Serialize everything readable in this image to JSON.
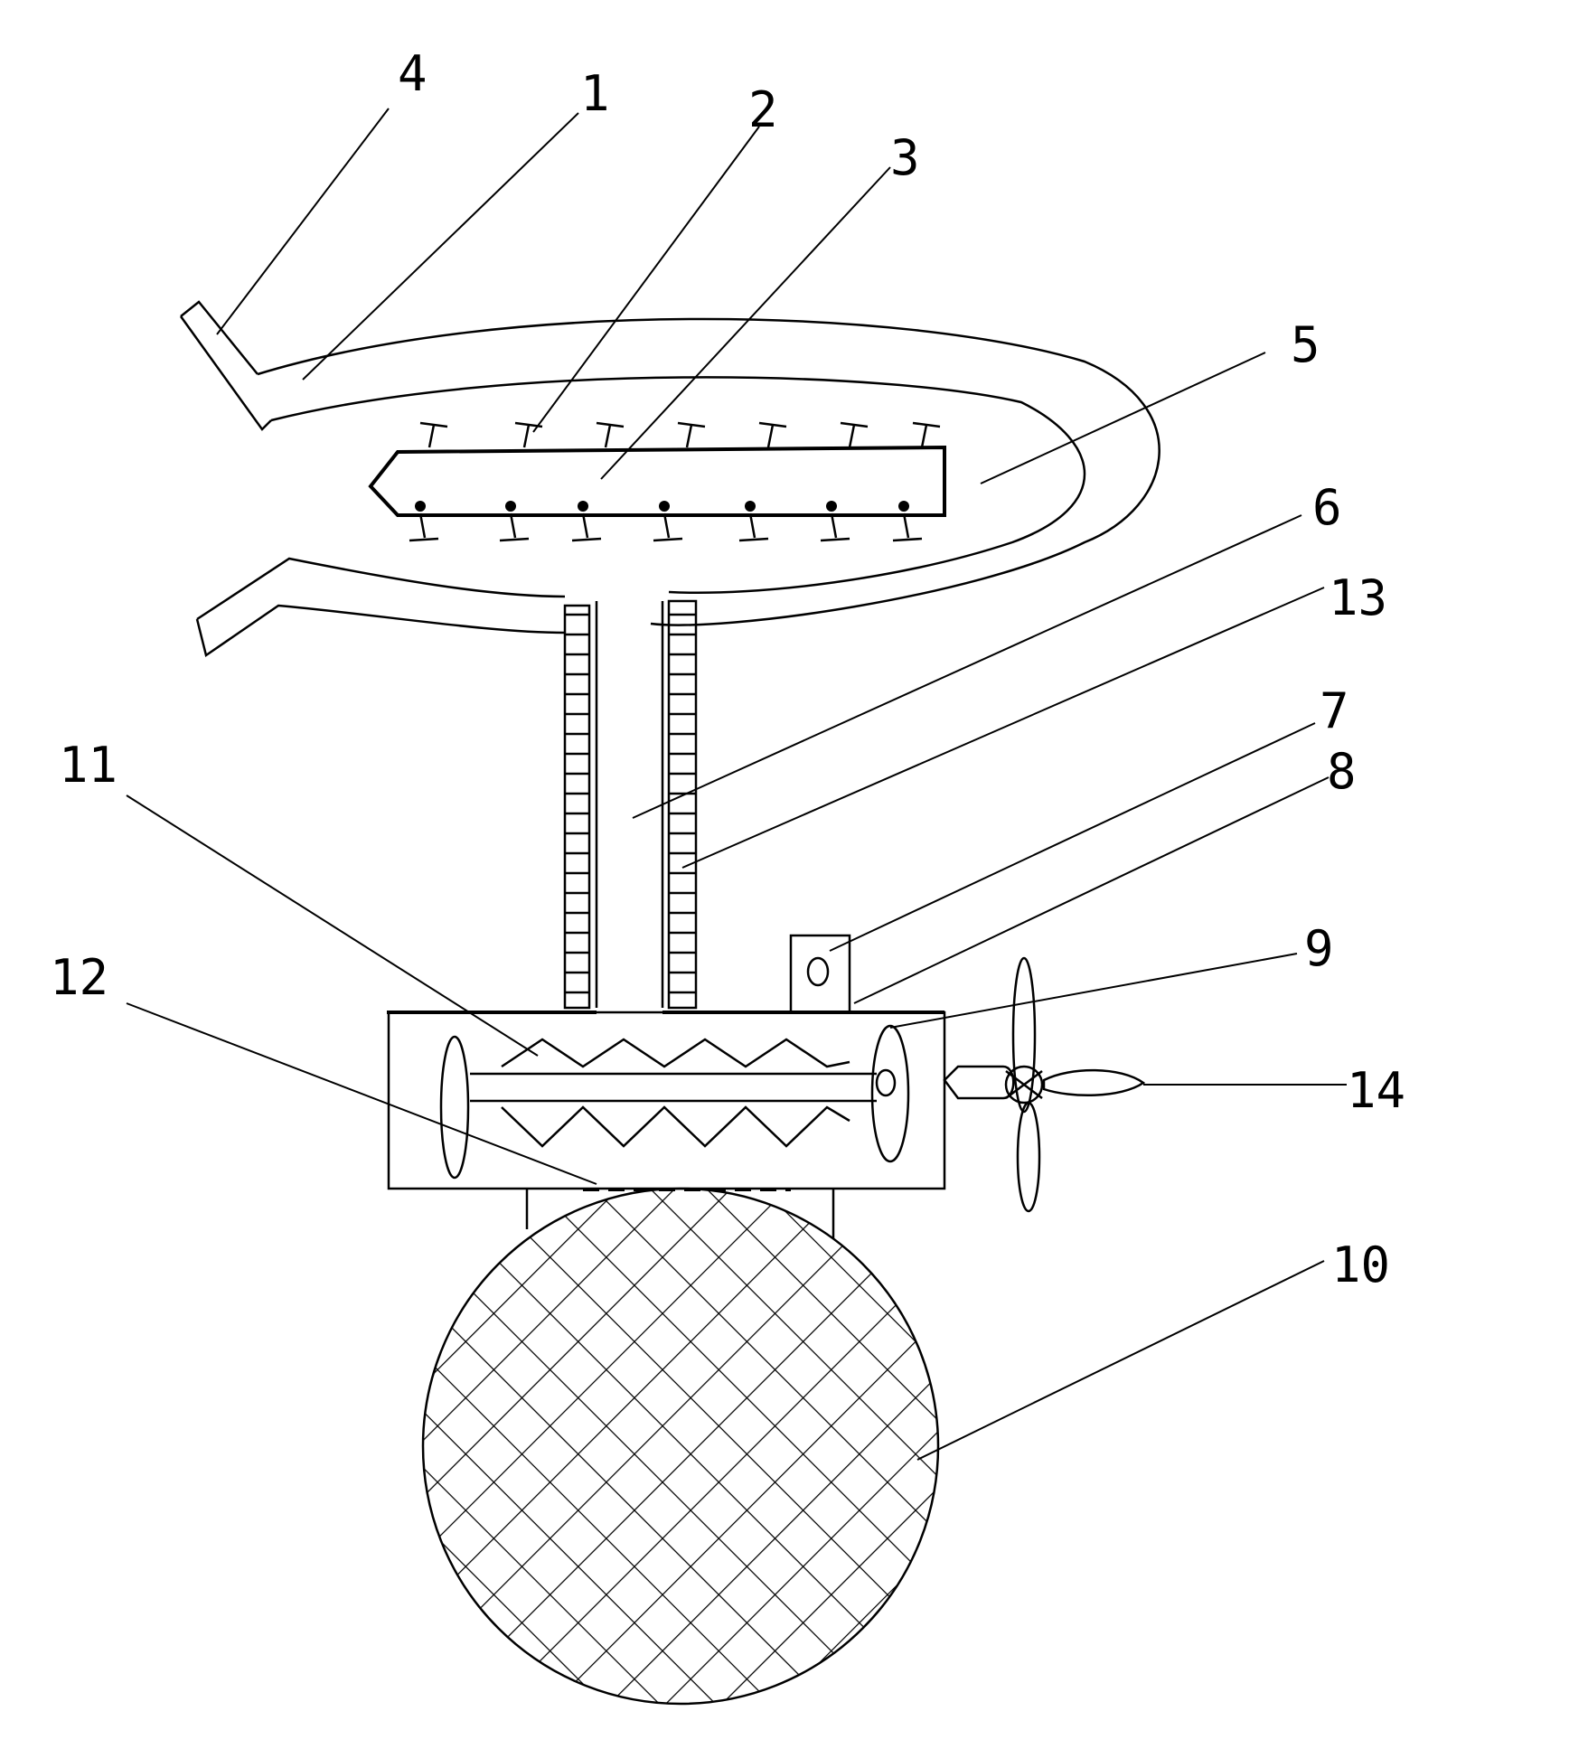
{
  "callouts": {
    "c1": "1",
    "c2": "2",
    "c3": "3",
    "c4": "4",
    "c5": "5",
    "c6": "6",
    "c7": "7",
    "c8": "8",
    "c9": "9",
    "c10": "10",
    "c11": "11",
    "c12": "12",
    "c13": "13",
    "c14": "14"
  },
  "colors": {
    "ink": "#000000",
    "paper": "#ffffff"
  }
}
